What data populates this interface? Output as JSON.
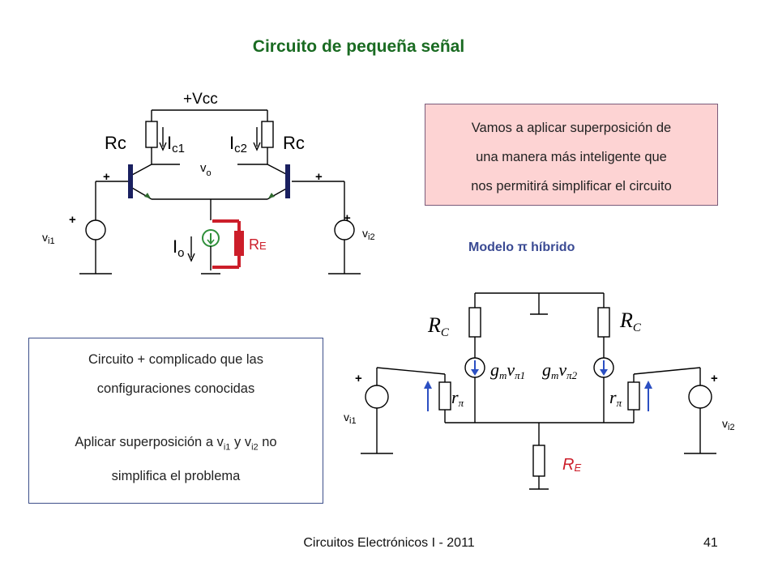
{
  "slide": {
    "title": "Circuito de pequeña señal",
    "footer": "Circuitos Electrónicos I - 2011",
    "page_number": "41"
  },
  "info_box": {
    "lines": [
      "Vamos a aplicar superposición de",
      "una manera más inteligente que",
      "nos permitirá simplificar el circuito"
    ]
  },
  "notes_box": {
    "line1": "Circuito + complicado que las",
    "line2": "configuraciones conocidas",
    "line3_pre": "Aplicar superposición a v",
    "line3_sub1": "i1",
    "line3_mid": " y v",
    "line3_sub2": "i2",
    "line3_post": " no",
    "line4": "simplifica el problema"
  },
  "model_label": "Modelo π híbrido",
  "diff_pair": {
    "vcc": "+Vcc",
    "rc_left": "Rc",
    "rc_right": "Rc",
    "ic1": "I",
    "ic1_sub": "c1",
    "ic2": "I",
    "ic2_sub": "c2",
    "vo": "v",
    "vo_sub": "o",
    "io": "I",
    "io_sub": "o",
    "re": "R",
    "re_sub": "E",
    "vi1": "v",
    "vi1_sub": "i1",
    "vi2": "v",
    "vi2_sub": "i2",
    "plus": "+"
  },
  "hybrid_pi": {
    "rc": "R",
    "rc_sub": "C",
    "gm": "g",
    "gm_sub": "m",
    "v": "v",
    "vpi1_sub": "π1",
    "vpi2_sub": "π2",
    "r": "r",
    "rpi_sub": "π",
    "re": "R",
    "re_sub": "E",
    "vi1": "v",
    "vi1_sub": "i1",
    "vi2": "v",
    "vi2_sub": "i2",
    "plus": "+"
  },
  "colors": {
    "title": "#1a6b22",
    "re_red": "#cc1e2a",
    "source_green": "#2f8f3a",
    "current_blue": "#2b4fc2",
    "model_label": "#3a4a93",
    "info_box_bg": "#fdd3d3"
  }
}
